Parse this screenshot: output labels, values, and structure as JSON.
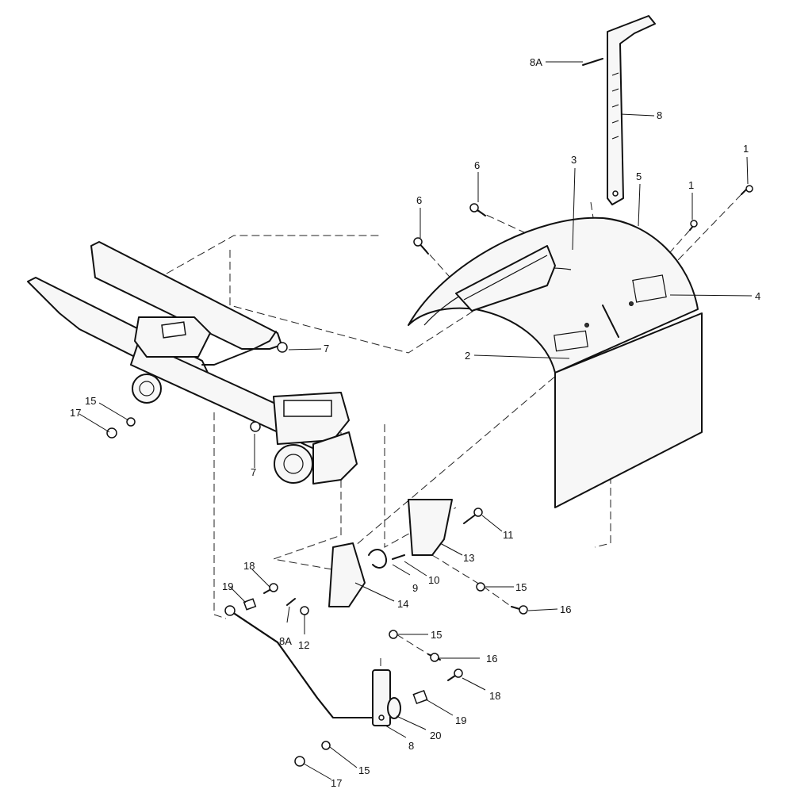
{
  "callouts": {
    "c1a": "1",
    "c1b": "1",
    "c2": "2",
    "c3": "3",
    "c4": "4",
    "c5": "5",
    "c6a": "6",
    "c6b": "6",
    "c7a": "7",
    "c7b": "7",
    "c8a": "8",
    "c8b": "8",
    "c8Aa": "8A",
    "c8Ab": "8A",
    "c9": "9",
    "c10": "10",
    "c11": "11",
    "c12": "12",
    "c13": "13",
    "c14": "14",
    "c15a": "15",
    "c15b": "15",
    "c15c": "15",
    "c15d": "15",
    "c16a": "16",
    "c16b": "16",
    "c17a": "17",
    "c17b": "17",
    "c18a": "18",
    "c18b": "18",
    "c19a": "19",
    "c19b": "19",
    "c20": "20"
  }
}
